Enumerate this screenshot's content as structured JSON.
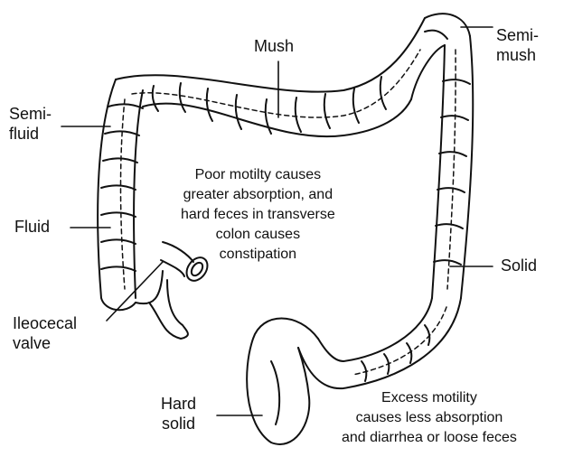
{
  "labels": {
    "mush": "Mush",
    "semi_mush": [
      "Semi-",
      "mush"
    ],
    "semi_fluid": [
      "Semi-",
      "fluid"
    ],
    "fluid": "Fluid",
    "solid": "Solid",
    "ileocecal_valve": [
      "Ileocecal",
      "valve"
    ],
    "hard_solid": [
      "Hard",
      "solid"
    ]
  },
  "captions": {
    "poor_motility": [
      "Poor motilty causes",
      "greater absorption, and",
      "hard feces in transverse",
      "colon causes",
      "constipation"
    ],
    "excess_motility": [
      "Excess motility",
      "causes less absorption",
      "and diarrhea or loose feces"
    ]
  },
  "colors": {
    "ink": "#111111",
    "background": "#ffffff"
  }
}
